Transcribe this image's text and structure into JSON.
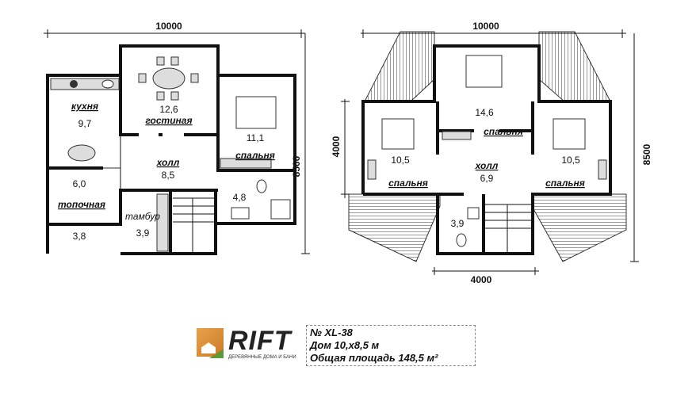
{
  "floor1": {
    "width_dim": "10000",
    "depth_dim": "8500",
    "rooms": {
      "kitchen": {
        "name": "кухня",
        "area": "9,7"
      },
      "living": {
        "name": "гостиная",
        "area": "12,6"
      },
      "bedroom": {
        "name": "спальня",
        "area": "11,1"
      },
      "hall": {
        "name": "холл",
        "area": "8,5"
      },
      "boiler": {
        "name": "топочная",
        "area": "6,0"
      },
      "bath": {
        "area": "4,8"
      },
      "vestibule": {
        "name": "тамбур",
        "area": "3,9"
      },
      "porch": {
        "area": "3,8"
      }
    }
  },
  "floor2": {
    "width_dim": "10000",
    "depth_dim": "8500",
    "inner_height_dim": "4000",
    "inner_width_dim": "4000",
    "rooms": {
      "bedroom_left": {
        "name": "спальня",
        "area": "10,5"
      },
      "bedroom_center": {
        "name": "спальня",
        "area": "14,6"
      },
      "bedroom_right": {
        "name": "спальня",
        "area": "10,5"
      },
      "hall": {
        "name": "холл",
        "area": "6,9"
      },
      "wc": {
        "area": "3,9"
      }
    }
  },
  "logo": {
    "text": "RIFT",
    "subtitle": "ДЕРЕВЯННЫЕ ДОМА И БАНИ"
  },
  "info": {
    "number": "№ XL-38",
    "size": "Дом 10,х8,5 м",
    "area": "Общая площадь 148,5 м²"
  }
}
